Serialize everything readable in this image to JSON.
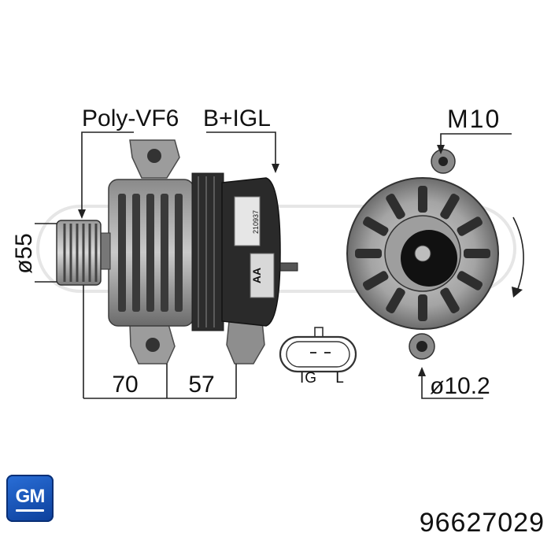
{
  "labels": {
    "pulley": "Poly-VF6",
    "terminal": "B+IGL",
    "thread": "M10",
    "diameter": "ø55",
    "length_a": "70",
    "length_b": "57",
    "hole": "ø10.2"
  },
  "plug": {
    "pin_1": "IG",
    "pin_2": "L"
  },
  "sticker": {
    "code": "210937",
    "mark": "AA"
  },
  "brand": {
    "logo_text": "GM"
  },
  "part_number": "96627029",
  "colors": {
    "brand_blue": "#1a56c4",
    "metal_dark": "#2b2b2b",
    "metal_mid": "#6e6e6e",
    "metal_light": "#b4b4b4"
  }
}
